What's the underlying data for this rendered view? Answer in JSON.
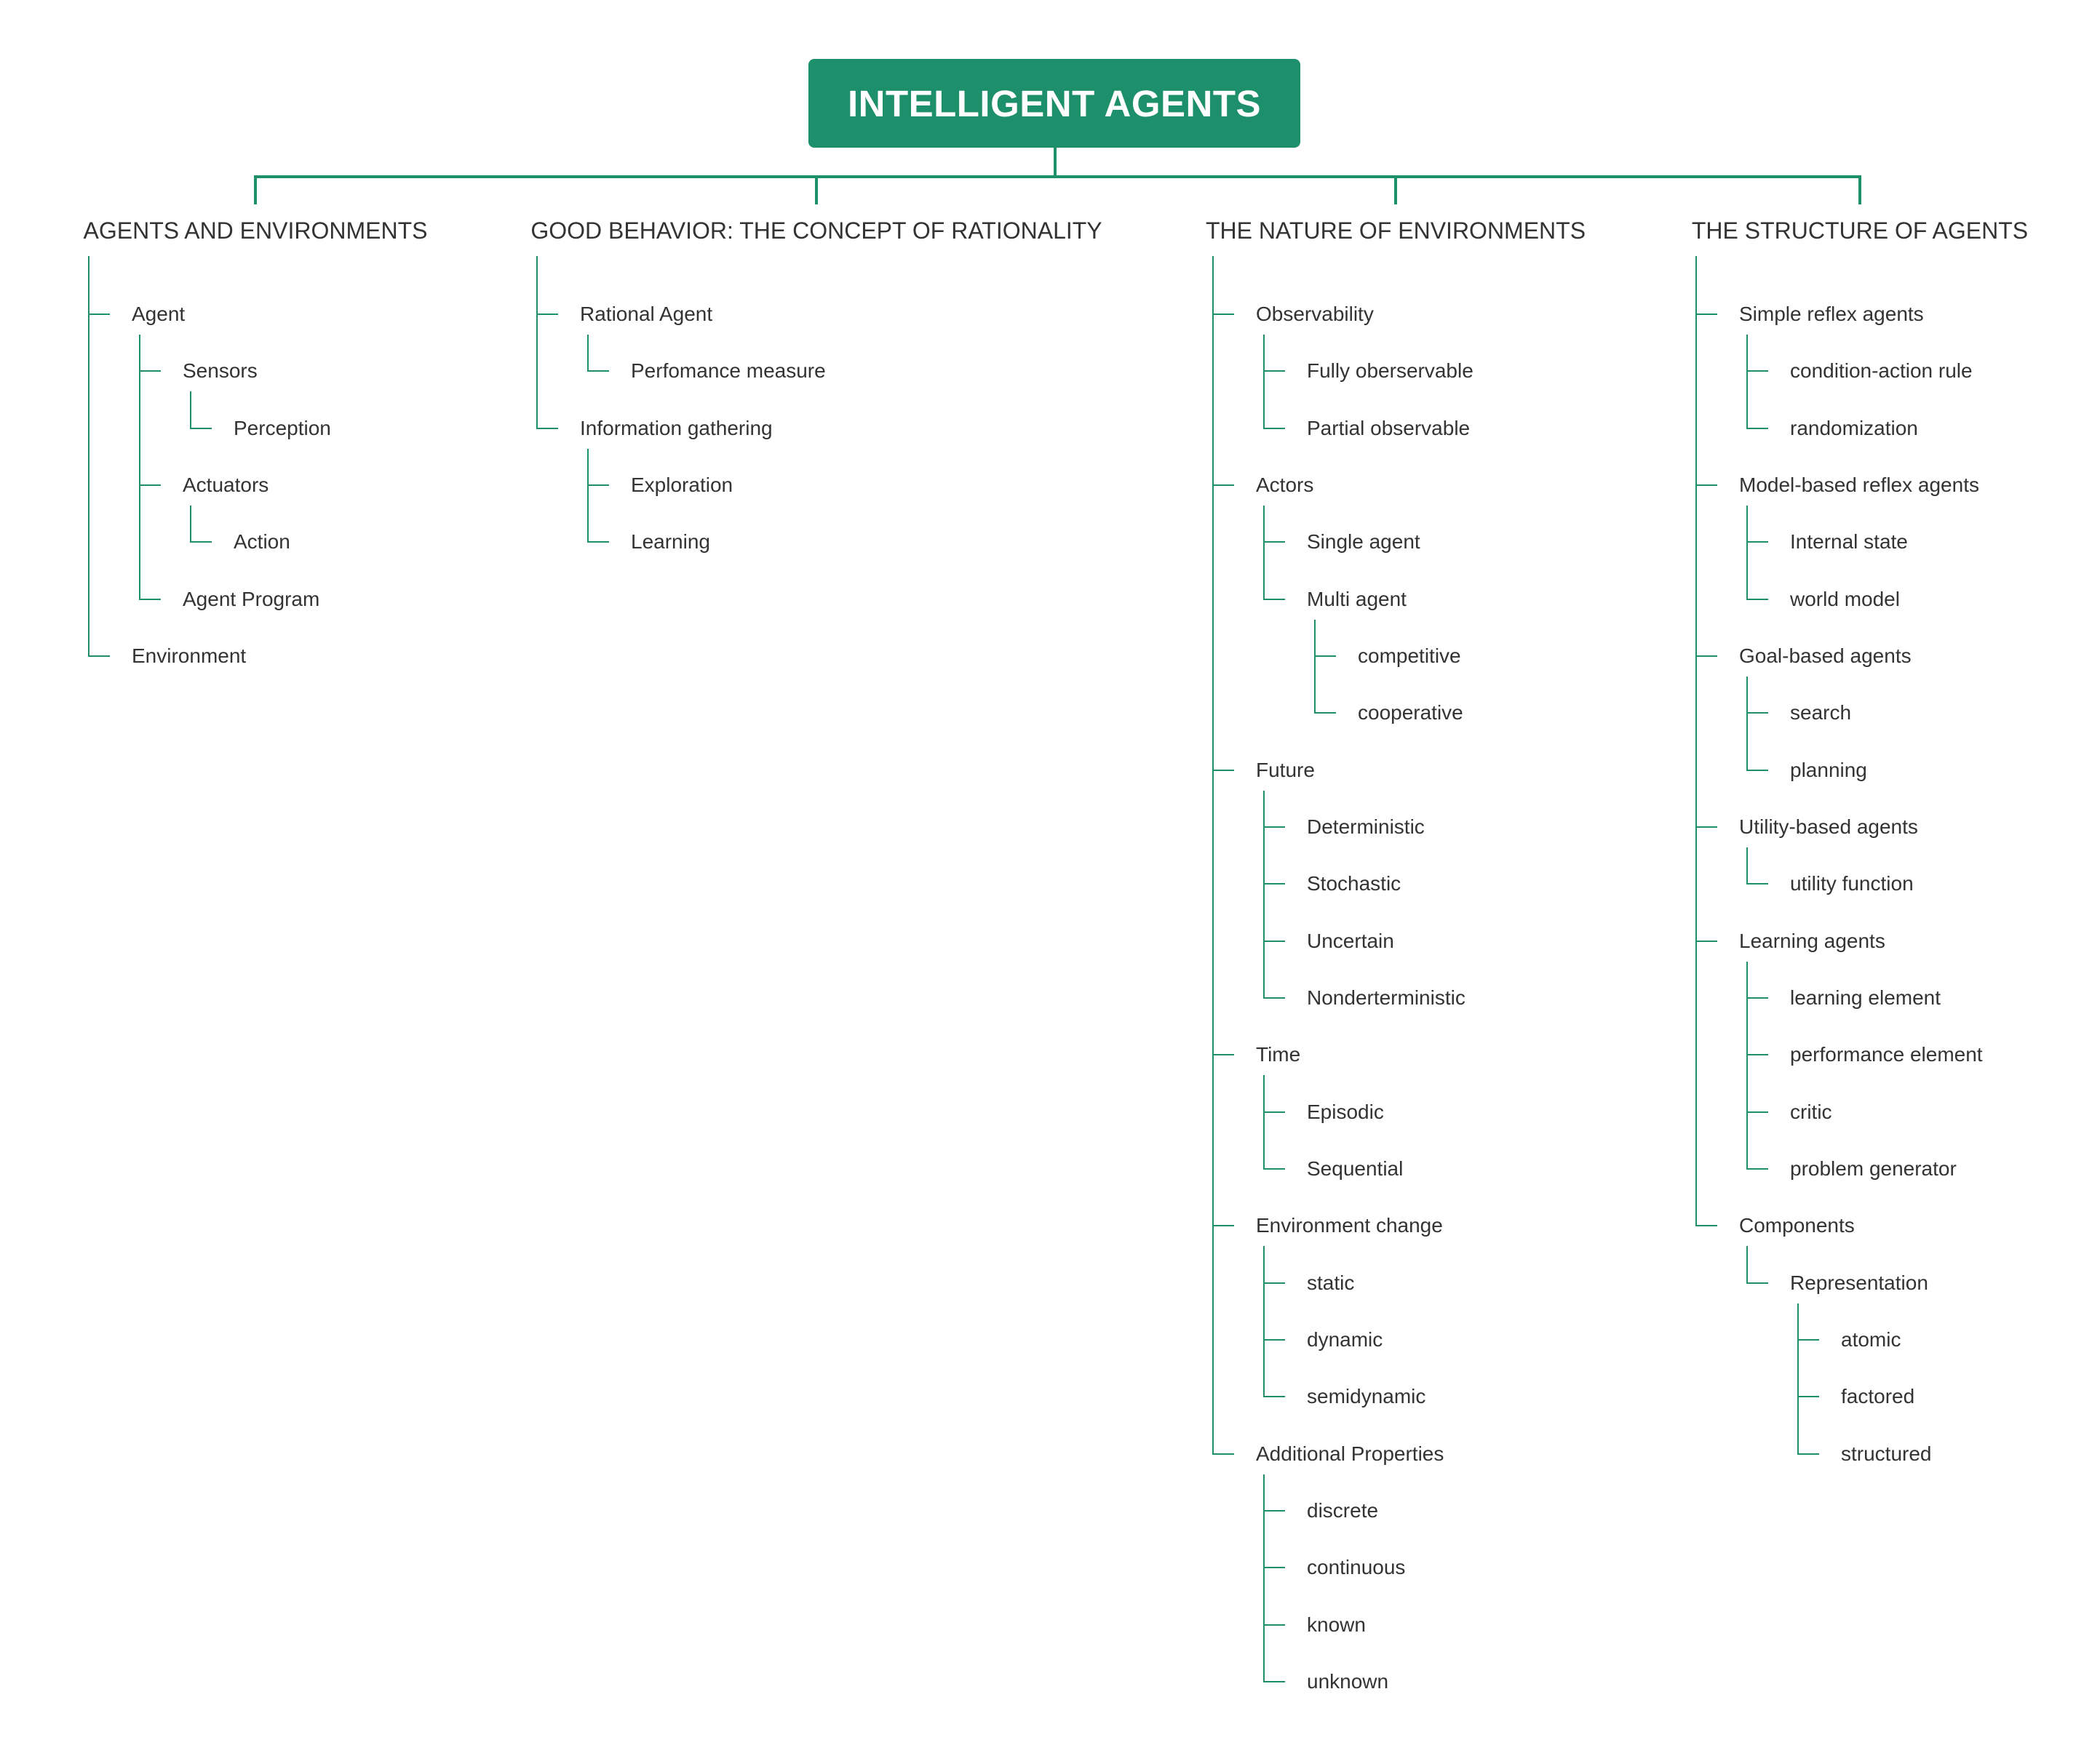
{
  "root": {
    "title": "INTELLIGENT AGENTS"
  },
  "colors": {
    "accent": "#1e8f6b",
    "text": "#333333",
    "background": "#ffffff"
  },
  "branches": [
    {
      "title": "AGENTS AND ENVIRONMENTS",
      "items": [
        {
          "label": "Agent",
          "children": [
            {
              "label": "Sensors",
              "children": [
                {
                  "label": "Perception"
                }
              ]
            },
            {
              "label": "Actuators",
              "children": [
                {
                  "label": "Action"
                }
              ]
            },
            {
              "label": "Agent Program"
            }
          ]
        },
        {
          "label": "Environment"
        }
      ]
    },
    {
      "title": "GOOD BEHAVIOR: THE CONCEPT OF RATIONALITY",
      "items": [
        {
          "label": "Rational Agent",
          "children": [
            {
              "label": "Perfomance measure"
            }
          ]
        },
        {
          "label": "Information gathering",
          "children": [
            {
              "label": "Exploration"
            },
            {
              "label": "Learning"
            }
          ]
        }
      ]
    },
    {
      "title": "THE NATURE OF ENVIRONMENTS",
      "items": [
        {
          "label": "Observability",
          "children": [
            {
              "label": "Fully oberservable"
            },
            {
              "label": "Partial observable"
            }
          ]
        },
        {
          "label": "Actors",
          "children": [
            {
              "label": "Single agent"
            },
            {
              "label": "Multi agent",
              "children": [
                {
                  "label": "competitive"
                },
                {
                  "label": "cooperative"
                }
              ]
            }
          ]
        },
        {
          "label": "Future",
          "children": [
            {
              "label": "Deterministic"
            },
            {
              "label": "Stochastic"
            },
            {
              "label": "Uncertain"
            },
            {
              "label": "Nonderterministic"
            }
          ]
        },
        {
          "label": "Time",
          "children": [
            {
              "label": "Episodic"
            },
            {
              "label": "Sequential"
            }
          ]
        },
        {
          "label": "Environment change",
          "children": [
            {
              "label": "static"
            },
            {
              "label": "dynamic"
            },
            {
              "label": "semidynamic"
            }
          ]
        },
        {
          "label": "Additional Properties",
          "children": [
            {
              "label": "discrete"
            },
            {
              "label": "continuous"
            },
            {
              "label": "known"
            },
            {
              "label": "unknown"
            }
          ]
        }
      ]
    },
    {
      "title": "THE STRUCTURE OF AGENTS",
      "items": [
        {
          "label": "Simple reflex agents",
          "children": [
            {
              "label": "condition-action rule"
            },
            {
              "label": "randomization"
            }
          ]
        },
        {
          "label": "Model-based reflex agents",
          "children": [
            {
              "label": "Internal state"
            },
            {
              "label": "world model"
            }
          ]
        },
        {
          "label": "Goal-based agents",
          "children": [
            {
              "label": "search"
            },
            {
              "label": "planning"
            }
          ]
        },
        {
          "label": "Utility-based agents",
          "children": [
            {
              "label": "utility function"
            }
          ]
        },
        {
          "label": "Learning agents",
          "children": [
            {
              "label": "learning element"
            },
            {
              "label": "performance element"
            },
            {
              "label": "critic"
            },
            {
              "label": "problem generator"
            }
          ]
        },
        {
          "label": "Components",
          "children": [
            {
              "label": "Representation",
              "children": [
                {
                  "label": "atomic"
                },
                {
                  "label": "factored"
                },
                {
                  "label": "structured"
                }
              ]
            }
          ]
        }
      ]
    }
  ]
}
